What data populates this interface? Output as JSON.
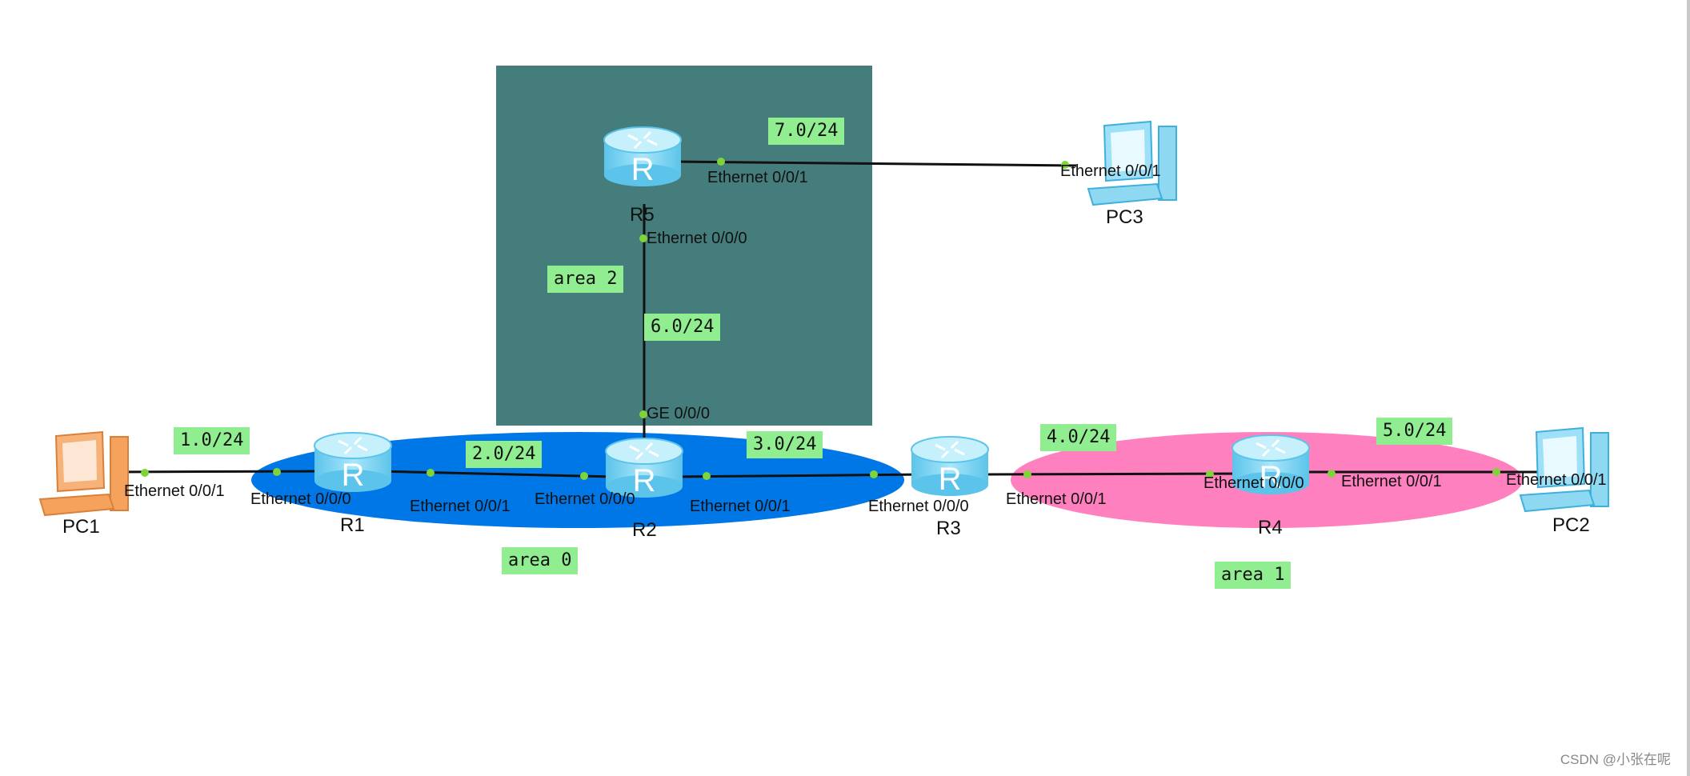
{
  "devices": {
    "pc1": "PC1",
    "pc2": "PC2",
    "pc3": "PC3",
    "r1": "R1",
    "r2": "R2",
    "r3": "R3",
    "r4": "R4",
    "r5": "R5"
  },
  "subnets": {
    "n1": "1.0/24",
    "n2": "2.0/24",
    "n3": "3.0/24",
    "n4": "4.0/24",
    "n5": "5.0/24",
    "n6": "6.0/24",
    "n7": "7.0/24"
  },
  "areas": {
    "a0": "area 0",
    "a1": "area 1",
    "a2": "area 2"
  },
  "ports": {
    "pc1_eth": "Ethernet 0/0/1",
    "r1_e0": "Ethernet 0/0/0",
    "r1_e1": "Ethernet 0/0/1",
    "r2_e0": "Ethernet 0/0/0",
    "r2_e1": "Ethernet 0/0/1",
    "r2_ge": "GE 0/0/0",
    "r3_e0": "Ethernet 0/0/0",
    "r3_e1": "Ethernet 0/0/1",
    "r4_e0": "Ethernet 0/0/0",
    "r4_e1": "Ethernet 0/0/1",
    "pc2_eth": "Ethernet 0/0/1",
    "r5_e0": "Ethernet 0/0/0",
    "r5_e1": "Ethernet 0/0/1",
    "pc3_eth": "Ethernet 0/0/1"
  },
  "colors": {
    "area0": "#0077e6",
    "area1": "#ff80bf",
    "area2": "#447d7b",
    "router": "#7fd3ee",
    "pc_orange": "#f5a25c",
    "pc_blue": "#8fd8f2",
    "note": "#90ee90"
  },
  "watermark": "CSDN @小张在呢"
}
